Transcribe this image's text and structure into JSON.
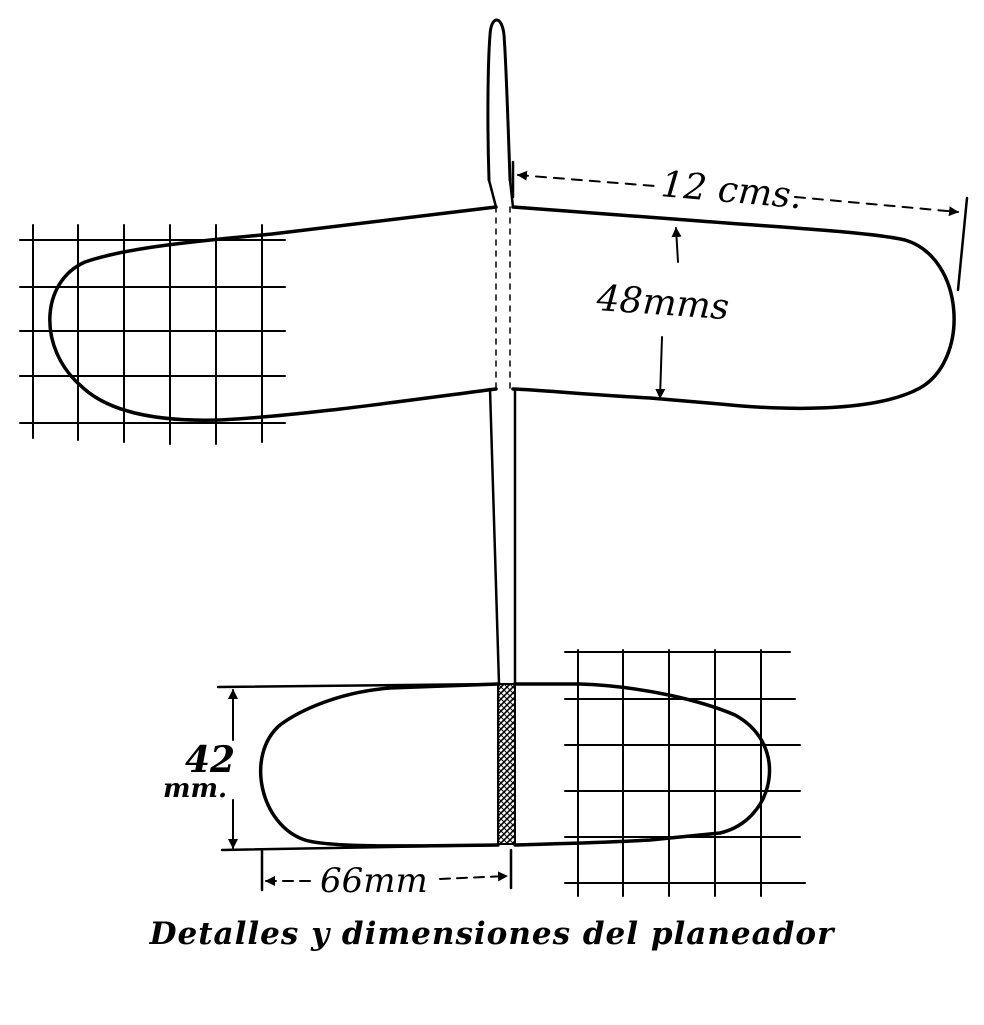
{
  "labels": {
    "wing_span_half": "12 cms.",
    "wing_chord": "48mms",
    "tail_chord_value": "42",
    "tail_chord_unit": "mm.",
    "tail_half_span": "66mm"
  },
  "caption": "Detalles y dimensiones del planeador",
  "colors": {
    "ink": "#000000",
    "paper": "#ffffff"
  }
}
